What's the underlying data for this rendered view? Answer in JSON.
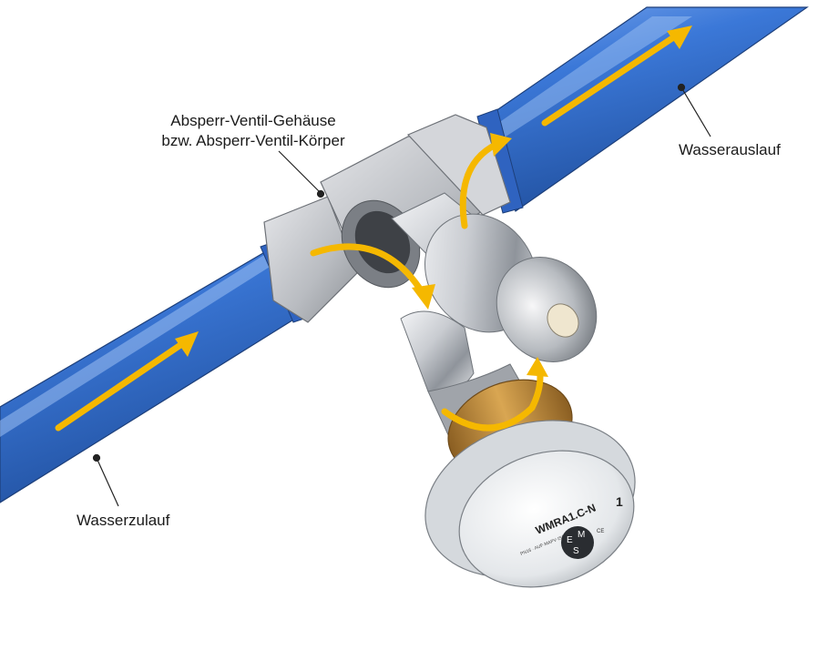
{
  "labels": {
    "housing_line1": "Absperr-Ventil-Gehäuse",
    "housing_line2": "bzw. Absperr-Ventil-Körper",
    "outlet": "Wasserauslauf",
    "inlet": "Wasserzulauf"
  },
  "meter": {
    "model": "WMRA1.C-N",
    "small_print": "PN16 · AUF·MAPV·ISO 4064",
    "number": "1",
    "logo_letters": [
      "E",
      "M",
      "S"
    ],
    "ce_mark": "CE"
  },
  "colors": {
    "pipe_blue": "#3b78d8",
    "pipe_dark": "#2556a8",
    "pipe_light": "#7aa6ec",
    "flow_arrow": "#f5b800",
    "brass": "#c8943e",
    "chrome": "#c9ccd1"
  },
  "icons": {
    "flow_direction": "arrow-icon"
  }
}
